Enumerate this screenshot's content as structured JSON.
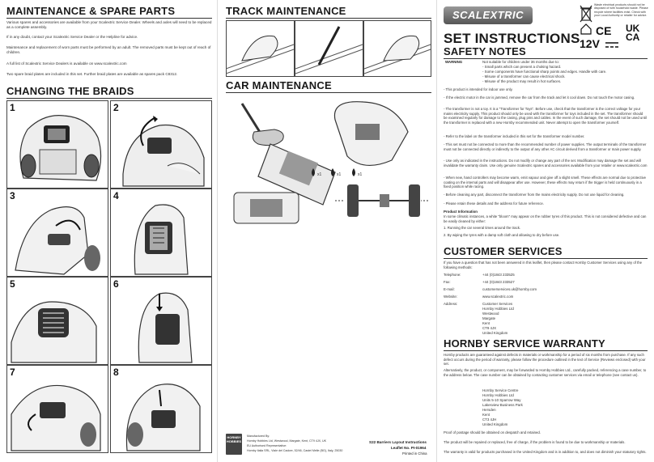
{
  "left": {
    "maint_title": "MAINTENANCE & SPARE PARTS",
    "maint_paras": [
      "Various spares and accessories are available from your Scalextric Service Dealer. Wheels and axles will need to be replaced as a complete assembly.",
      "If in any doubt, contact your Scalextric Service Dealer or the Helpline for advice.",
      "Maintenance and replacement of worn parts must be performed by an adult. The removed parts must be kept out of reach of children.",
      "A full list of Scalextric Service Dealers is available on www.scalextric.com",
      "Two spare braid plates are included in this set. Further braid plates are available as spares pack C8312."
    ],
    "braids_title": "CHANGING THE BRAIDS",
    "panels": [
      "1",
      "2",
      "3",
      "4",
      "5",
      "6",
      "7",
      "8"
    ]
  },
  "middle": {
    "track_title": "TRACK MAINTENANCE",
    "car_title": "CAR MAINTENANCE",
    "oil_labels": [
      "x1",
      "x1",
      "x1"
    ],
    "hornby_logo": "HORNBY HOBBIES",
    "manufacturer": "Manufactured By:",
    "manufacturer_lines": [
      "Hornby Hobbies Ltd, Westwood, Margate, Kent, CT9 4JX, UK",
      "EU Authorised Representative:",
      "Hornby Italia SRL, Viale del Cadore, 52/46, Castel Melle (BG), Italy, 25030"
    ],
    "leaflet_title": "S22 Barriers Layout Instructions",
    "leaflet_no": "Leaflet No. PI-01964",
    "printed": "Printed in China"
  },
  "right": {
    "brand": "SCALEXTRIC",
    "disposal_note": "Waste electrical products should not be disposed of with household waste. Please recycle where facilities exist. Check with your Local Authority or retailer for advice.",
    "marks": [
      "CE",
      "UK CA"
    ],
    "voltage": "12V",
    "set_title": "SET INSTRUCTIONS",
    "safety_title": "SAFETY NOTES",
    "warning_label": "WARNING",
    "warning_lines": [
      "Not suitable for children under 36 months due to:",
      "- Small parts which can present a choking hazard.",
      "- Some components have functional sharp points and edges. Handle with care.",
      "- Misuse of a transformer can cause electrical shock.",
      "- Misuse of the product may result in hot surfaces."
    ],
    "safety_paras": [
      "- This product is intended for indoor use only.",
      "- If the electric motor in the car is jammed, remove the car from the track and let it cool down. Do not touch the motor casing.",
      "- The transformer is not a toy. It is a \"Transformer for Toys\". Before use, check that the transformer is the correct voltage for your mains electricity supply. This product should only be used with the transformer for toys included in the set. The transformer should be examined regularly for damage to the casing, plug pins and cables. In the event of such damage, the set should not be used until the transformer is replaced with a new Hornby recommended unit. Never attempt to open the transformer yourself.",
      "- Refer to the label on the transformer included in this set for the transformer model number.",
      "- This set must not be connected to more than the recommended number of power supplies. The output terminals of the transformer must not be connected directly or indirectly to the output of any other AC circuit derived from a transformer or main power supply.",
      "- Use only as indicated in the instructions. Do not modify or change any part of the set. Modification may damage the set and will invalidate the warranty claim. Use only genuine Scalextric spares and accessories available from your retailer or www.scalextric.com",
      "- When new, hand controllers may become warm, emit vapour and give off a slight smell. These effects are normal due to protective coating on the internal parts and will disappear after use. However, these effects may return if the trigger is held continuously in a fixed position while racing.",
      "- Before cleaning any part, disconnect the transformer from the mains electricity supply. Do not use liquid for cleaning.",
      "- Please retain these details and the address for future reference."
    ],
    "product_info_title": "Product Information",
    "product_info_text": "In some climatic instances, a white \"bloom\" may appear on the rubber tyres of this product. This is not considered defective and can be easily cleaned by either:",
    "product_info_steps": [
      "1. Running the car several times around the track.",
      "2. By wiping the tyres with a damp soft cloth and allowing to dry before use."
    ],
    "customer_title": "CUSTOMER SERVICES",
    "customer_intro": "If you have a question that has not been answered in this leaflet, then please contact Hornby Customer Services using any of the following methods:",
    "contacts": [
      {
        "label": "Telephone:",
        "value": "+44 (0)1843 233525"
      },
      {
        "label": "Fax:",
        "value": "+44 (0)1843 233527"
      },
      {
        "label": "E-mail:",
        "value": "customerservices.uk@hornby.com"
      },
      {
        "label": "Website:",
        "value": "www.scalextric.com"
      }
    ],
    "address_label": "Address:",
    "address_lines": [
      "Customer Services",
      "Hornby Hobbies Ltd",
      "Westwood",
      "Margate",
      "Kent",
      "CT9 4JX",
      "United Kingdom"
    ],
    "warranty_title": "HORNBY SERVICE WARRANTY",
    "warranty_para1": "Hornby products are guaranteed against defects in materials or workmanship for a period of six months from purchase. If any such defect occurs during the period of warranty, please follow the procedure outlined in the text of Service (Reviews enclosed) with your set.",
    "warranty_para2": "Alternatively, the product, or component, may be forwarded to Hornby Hobbies Ltd., carefully packed, referencing a case number, to the address below. The case number can be obtained by contacting customer services via email or telephone (see contact us).",
    "service_address": [
      "Hornby Service Centre",
      "Hornby Hobbies Ltd",
      "Units 5-10 Sparrow Way",
      "Lakesview Business Park",
      "Hersden",
      "Kent",
      "CT3 4JH",
      "United Kingdom"
    ],
    "warranty_tail": [
      "Proof of postage should be obtained on despatch and retained.",
      "The product will be repaired or replaced, free of charge, if the problem is found to be due to workmanship or materials.",
      "The warranty is valid for products purchased in the United Kingdom and is in addition to, and does not diminish your statutory rights."
    ]
  }
}
